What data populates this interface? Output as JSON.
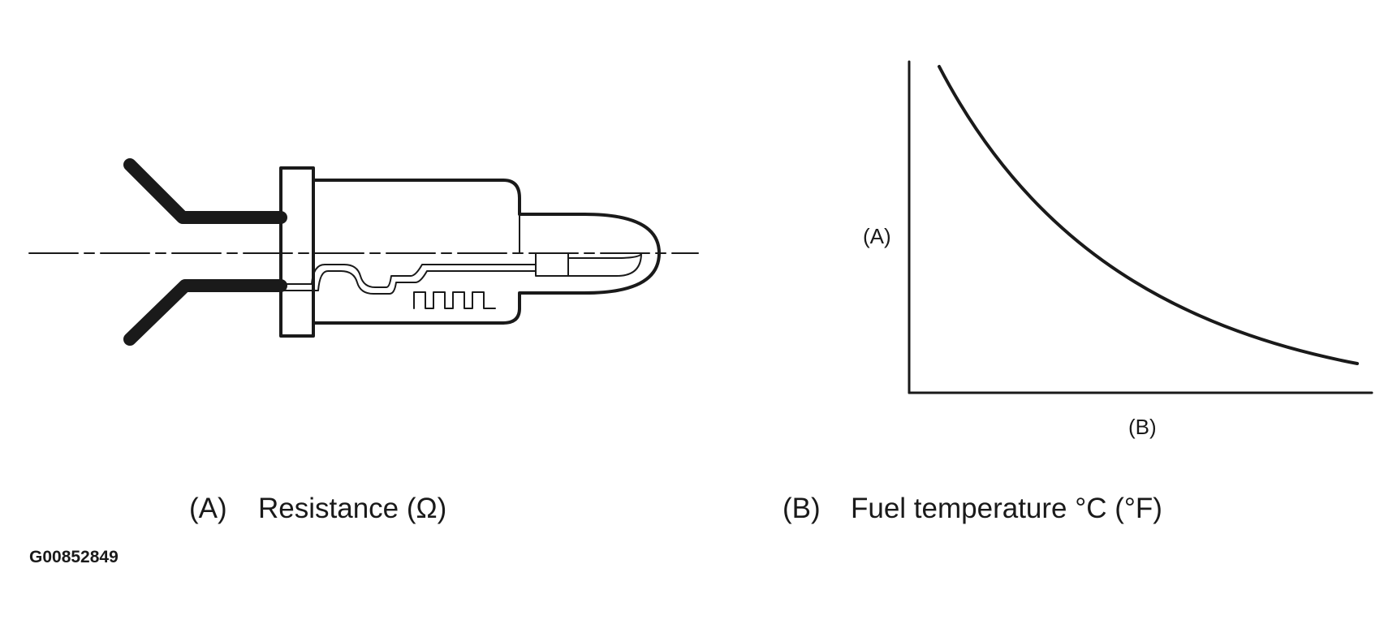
{
  "sensor_diagram": {
    "description_key": "fuel-temperature-sensor"
  },
  "graph": {
    "y_axis_letter": "(A)",
    "x_axis_letter": "(B)",
    "curve": "decreasing"
  },
  "legend": {
    "a_key": "(A)",
    "a_text": "Resistance (Ω)",
    "b_key": "(B)",
    "b_text": "Fuel temperature °C (°F)"
  },
  "figure_id": "G00852849",
  "colors": {
    "ink": "#1a1a1a",
    "background": "#ffffff"
  }
}
